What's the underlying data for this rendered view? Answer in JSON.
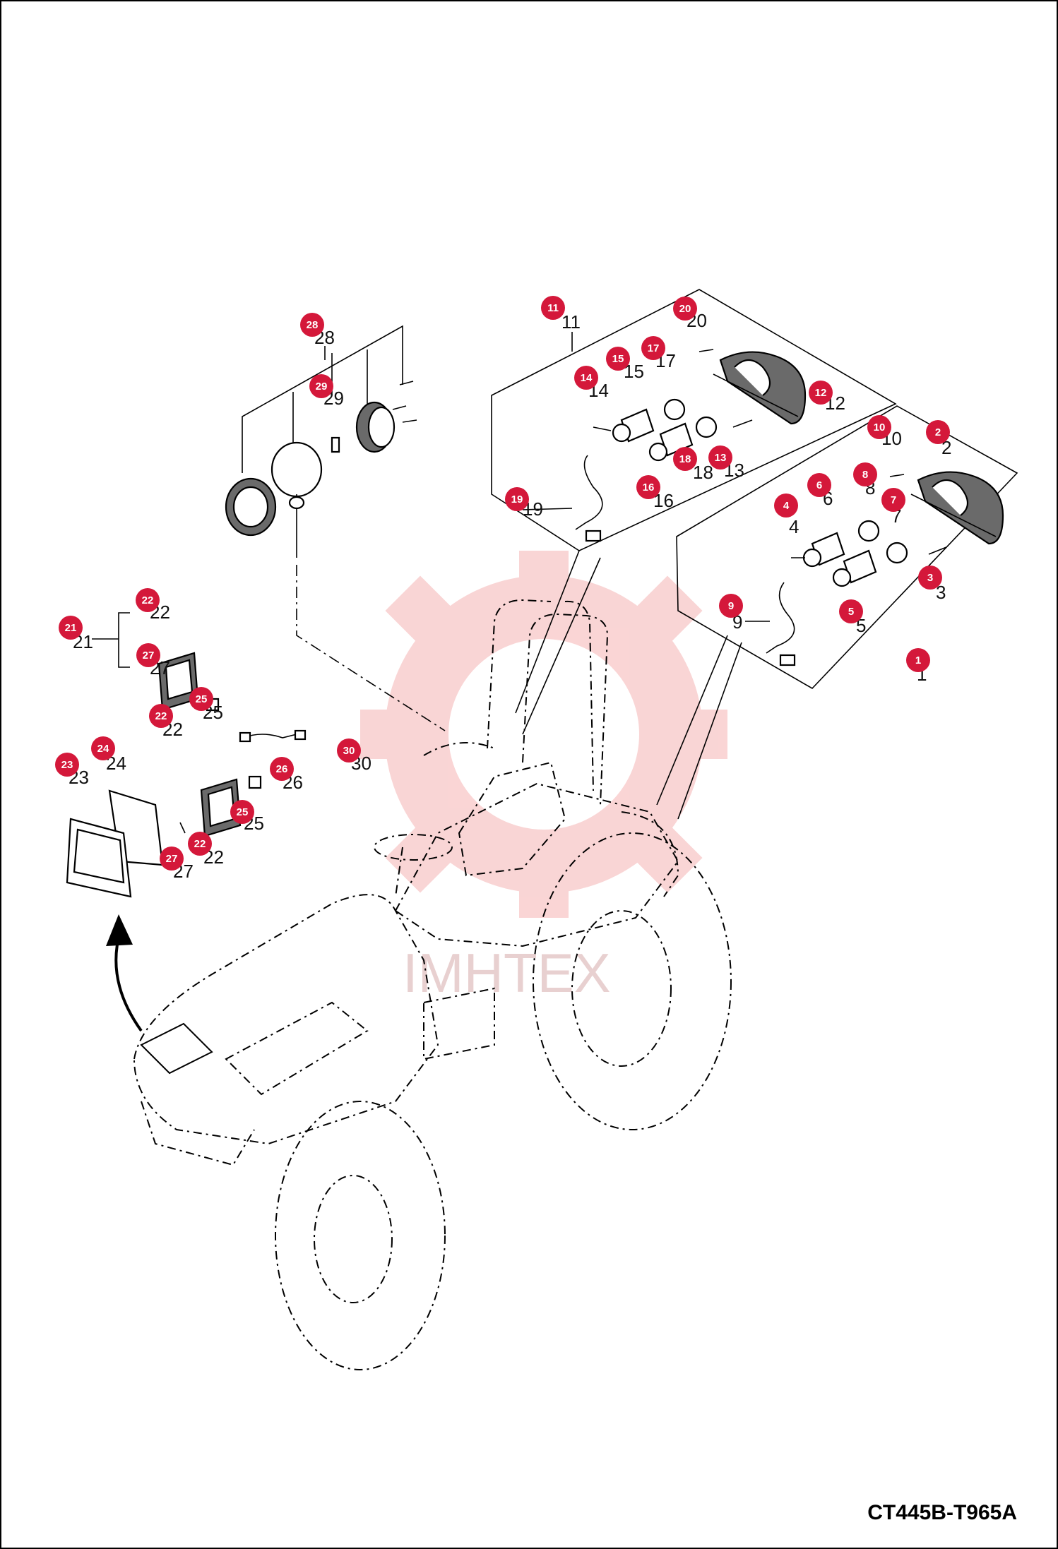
{
  "document": {
    "code": "CT445B-T965A",
    "watermark_text": "IMHTEX",
    "colors": {
      "badge": "#d4183a",
      "watermark": "#f5b3b3",
      "line": "#000000"
    }
  },
  "callouts": [
    {
      "num": "1"
    },
    {
      "num": "2"
    },
    {
      "num": "3"
    },
    {
      "num": "4"
    },
    {
      "num": "5"
    },
    {
      "num": "6"
    },
    {
      "num": "7"
    },
    {
      "num": "8"
    },
    {
      "num": "9"
    },
    {
      "num": "10"
    },
    {
      "num": "11"
    },
    {
      "num": "12"
    },
    {
      "num": "13"
    },
    {
      "num": "14"
    },
    {
      "num": "15"
    },
    {
      "num": "16"
    },
    {
      "num": "17"
    },
    {
      "num": "18"
    },
    {
      "num": "19"
    },
    {
      "num": "20"
    },
    {
      "num": "21"
    },
    {
      "num": "22"
    },
    {
      "num": "22"
    },
    {
      "num": "22"
    },
    {
      "num": "23"
    },
    {
      "num": "24"
    },
    {
      "num": "25"
    },
    {
      "num": "25"
    },
    {
      "num": "26"
    },
    {
      "num": "27"
    },
    {
      "num": "27"
    },
    {
      "num": "28"
    },
    {
      "num": "29"
    },
    {
      "num": "30"
    }
  ],
  "labels": [
    {
      "text": "1"
    },
    {
      "text": "2"
    },
    {
      "text": "3"
    },
    {
      "text": "4"
    },
    {
      "text": "5"
    },
    {
      "text": "6"
    },
    {
      "text": "7"
    },
    {
      "text": "8"
    },
    {
      "text": "9"
    },
    {
      "text": "10"
    },
    {
      "text": "11"
    },
    {
      "text": "12"
    },
    {
      "text": "13"
    },
    {
      "text": "14"
    },
    {
      "text": "15"
    },
    {
      "text": "16"
    },
    {
      "text": "17"
    },
    {
      "text": "18"
    },
    {
      "text": "19"
    },
    {
      "text": "20"
    },
    {
      "text": "21"
    },
    {
      "text": "22"
    },
    {
      "text": "22"
    },
    {
      "text": "22"
    },
    {
      "text": "23"
    },
    {
      "text": "24"
    },
    {
      "text": "25"
    },
    {
      "text": "25"
    },
    {
      "text": "26"
    },
    {
      "text": "27"
    },
    {
      "text": "27"
    },
    {
      "text": "28"
    },
    {
      "text": "29"
    },
    {
      "text": "30"
    }
  ]
}
